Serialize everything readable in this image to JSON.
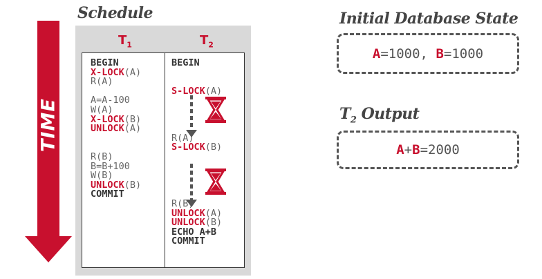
{
  "time_label": "TIME",
  "schedule": {
    "title": "Schedule",
    "t1_header": {
      "name": "T",
      "sub": "1"
    },
    "t2_header": {
      "name": "T",
      "sub": "2"
    },
    "t1_ops": [
      {
        "text": "BEGIN",
        "style": "dark"
      },
      {
        "lock": "X-LOCK",
        "arg": "(A)"
      },
      {
        "text": "R(A)"
      },
      {
        "text": ""
      },
      {
        "text": "A=A-100"
      },
      {
        "text": "W(A)"
      },
      {
        "lock": "X-LOCK",
        "arg": "(B)"
      },
      {
        "lock": "UNLOCK",
        "arg": "(A)"
      },
      {
        "text": ""
      },
      {
        "text": ""
      },
      {
        "text": "R(B)"
      },
      {
        "text": "B=B+100"
      },
      {
        "text": "W(B)"
      },
      {
        "lock": "UNLOCK",
        "arg": "(B)"
      },
      {
        "text": "COMMIT",
        "style": "dark"
      }
    ],
    "t2_ops": [
      {
        "text": "BEGIN",
        "style": "dark"
      },
      {
        "text": ""
      },
      {
        "text": ""
      },
      {
        "lock": "S-LOCK",
        "arg": "(A)"
      },
      {
        "text": ""
      },
      {
        "text": ""
      },
      {
        "text": ""
      },
      {
        "text": ""
      },
      {
        "text": "R(A)"
      },
      {
        "lock": "S-LOCK",
        "arg": "(B)"
      },
      {
        "text": ""
      },
      {
        "text": ""
      },
      {
        "text": ""
      },
      {
        "text": ""
      },
      {
        "text": ""
      },
      {
        "text": "R(B)"
      },
      {
        "lock": "UNLOCK",
        "arg": "(A)"
      },
      {
        "lock": "UNLOCK",
        "arg": "(B)"
      },
      {
        "text": "ECHO A+B",
        "style": "dark"
      },
      {
        "text": "COMMIT",
        "style": "dark"
      }
    ]
  },
  "initial_state": {
    "title": "Initial Database State",
    "a_name": "A",
    "a_value": "=1000, ",
    "b_name": "B",
    "b_value": "=1000"
  },
  "output": {
    "title_main": "T",
    "title_sub": "2",
    "title_rest": " Output",
    "a_name": "A",
    "plus": "+",
    "b_name": "B",
    "result": "=2000"
  },
  "colors": {
    "accent": "#c8102e",
    "text": "#444444",
    "panel": "#d9d9d9"
  },
  "icons": {
    "wait": "hourglass-icon",
    "flow": "dashed-down-arrow"
  }
}
